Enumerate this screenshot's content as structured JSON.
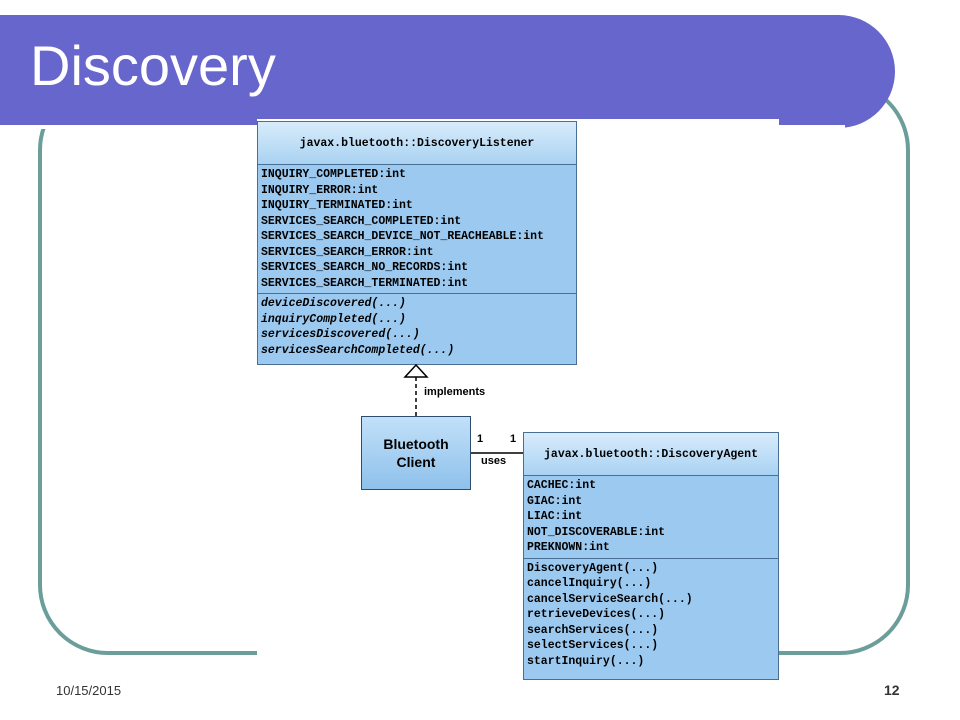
{
  "slide": {
    "title": "Discovery",
    "date": "10/15/2015",
    "page_number": "12"
  },
  "diagram": {
    "listener": {
      "name": "javax.bluetooth::DiscoveryListener",
      "attributes": [
        "INQUIRY_COMPLETED:int",
        "INQUIRY_ERROR:int",
        "INQUIRY_TERMINATED:int",
        "SERVICES_SEARCH_COMPLETED:int",
        "SERVICES_SEARCH_DEVICE_NOT_REACHEABLE:int",
        "SERVICES_SEARCH_ERROR:int",
        "SERVICES_SEARCH_NO_RECORDS:int",
        "SERVICES_SEARCH_TERMINATED:int"
      ],
      "methods": [
        "deviceDiscovered(...)",
        "inquiryCompleted(...)",
        "servicesDiscovered(...)",
        "servicesSearchCompleted(...)"
      ]
    },
    "client": {
      "line1": "Bluetooth",
      "line2": "Client"
    },
    "agent": {
      "name": "javax.bluetooth::DiscoveryAgent",
      "attributes": [
        "CACHEC:int",
        "GIAC:int",
        "LIAC:int",
        "NOT_DISCOVERABLE:int",
        "PREKNOWN:int"
      ],
      "methods": [
        "DiscoveryAgent(...)",
        "cancelInquiry(...)",
        "cancelServiceSearch(...)",
        "retrieveDevices(...)",
        "searchServices(...)",
        "selectServices(...)",
        "startInquiry(...)"
      ]
    },
    "relations": {
      "implements_label": "implements",
      "uses_label": "uses",
      "client_multiplicity": "1",
      "agent_multiplicity": "1"
    }
  }
}
